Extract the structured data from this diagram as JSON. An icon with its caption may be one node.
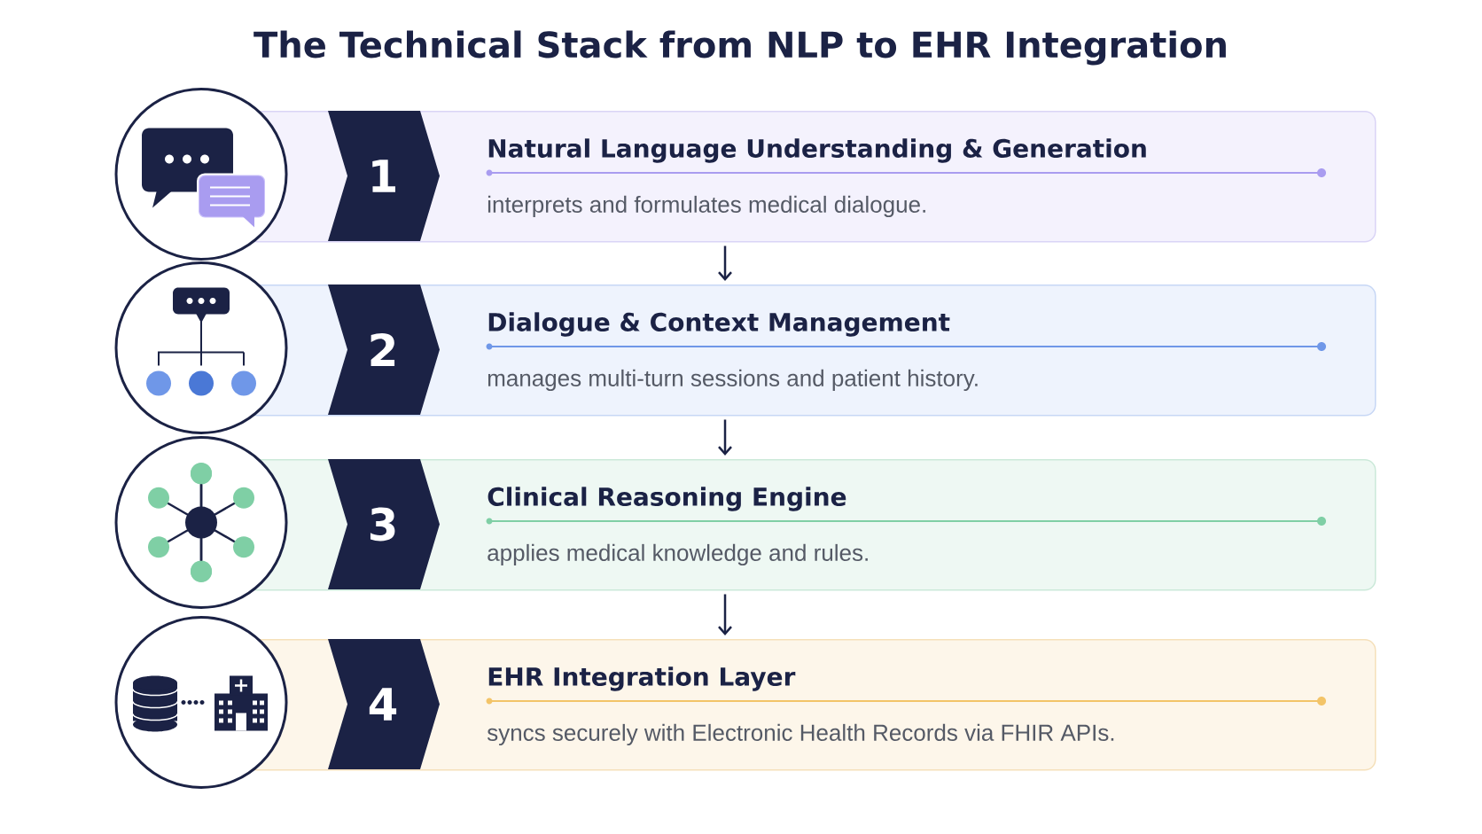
{
  "diagram": {
    "title": "The Technical Stack from NLP to EHR Integration",
    "nodes": [
      {
        "text": [],
        "shape": "circle"
      },
      {
        "text": [
          "Natural Language Understanding & Generation",
          "interprets and formulates medical dialogue."
        ]
      },
      {
        "text": [
          "1"
        ],
        "in": 1
      },
      {
        "text": [],
        "shape": "circle"
      },
      {
        "text": [
          "Dialogue & Context Management",
          "manages multi-turn sessions and patient history."
        ]
      },
      {
        "text": [
          "2"
        ],
        "in": 4
      },
      {
        "text": [],
        "shape": "circle"
      },
      {
        "text": [
          "Clinical Reasoning Engine",
          "applies medical knowledge and rules."
        ]
      },
      {
        "text": [
          "3"
        ],
        "in": 7
      },
      {
        "text": [],
        "shape": "circle"
      },
      {
        "text": [
          "EHR Integration Layer",
          "syncs securely with Electronic Health Records via FHIR APIs."
        ]
      },
      {
        "text": [
          "4"
        ],
        "in": 10
      }
    ],
    "edges": [
      {
        "from": 1,
        "to": 4,
        "arrow": "to"
      },
      {
        "from": 4,
        "to": 7,
        "arrow": "to"
      },
      {
        "from": 7,
        "to": 10,
        "arrow": "to"
      }
    ]
  }
}
